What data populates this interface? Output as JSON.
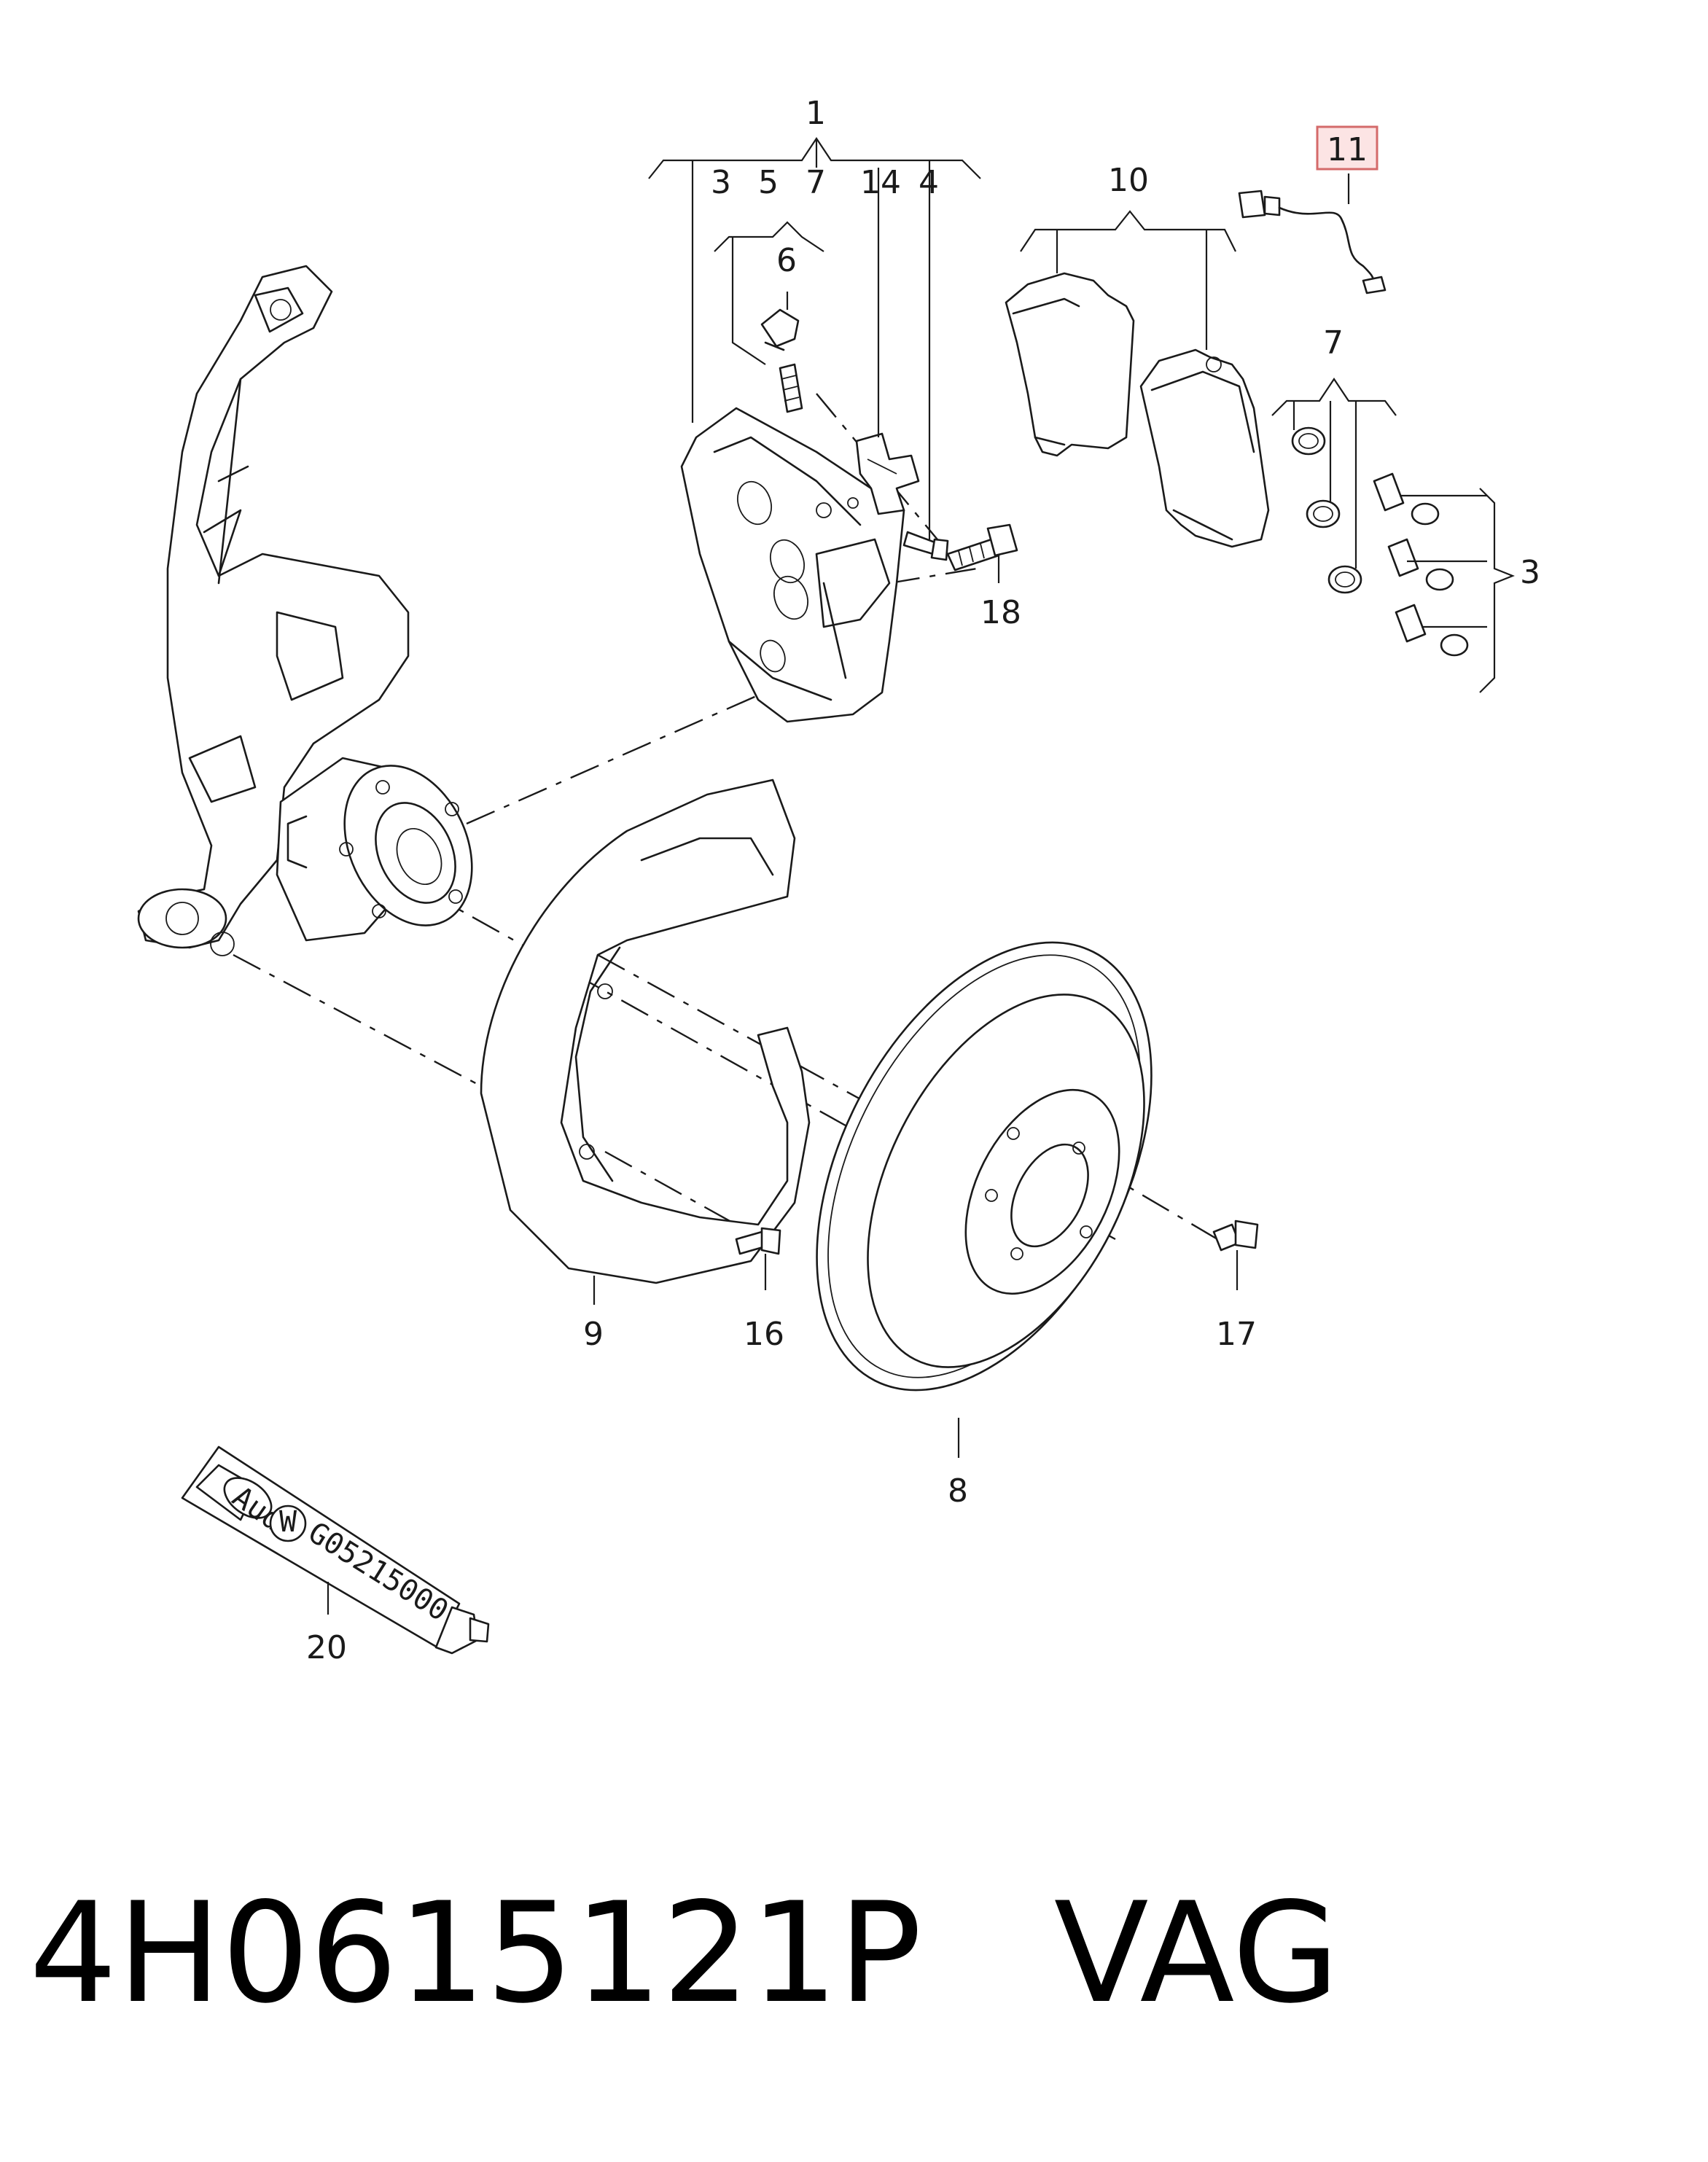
{
  "callouts": {
    "c1": "1",
    "c3a": "3",
    "c5": "5",
    "c7a": "7",
    "c14": "14",
    "c4": "4",
    "c6": "6",
    "c10": "10",
    "c11": "11",
    "c7b": "7",
    "c3b": "3",
    "c18": "18",
    "c9": "9",
    "c16": "16",
    "c17": "17",
    "c8": "8",
    "c20": "20"
  },
  "tube": {
    "brand": "Audi",
    "code": "G05215000"
  },
  "footer": {
    "part_number": "4H0615121P",
    "maker": "VAG"
  },
  "colors": {
    "line": "#1a1a1a",
    "highlight_fill": "#fce4e4",
    "highlight_stroke": "#d46a6a"
  }
}
